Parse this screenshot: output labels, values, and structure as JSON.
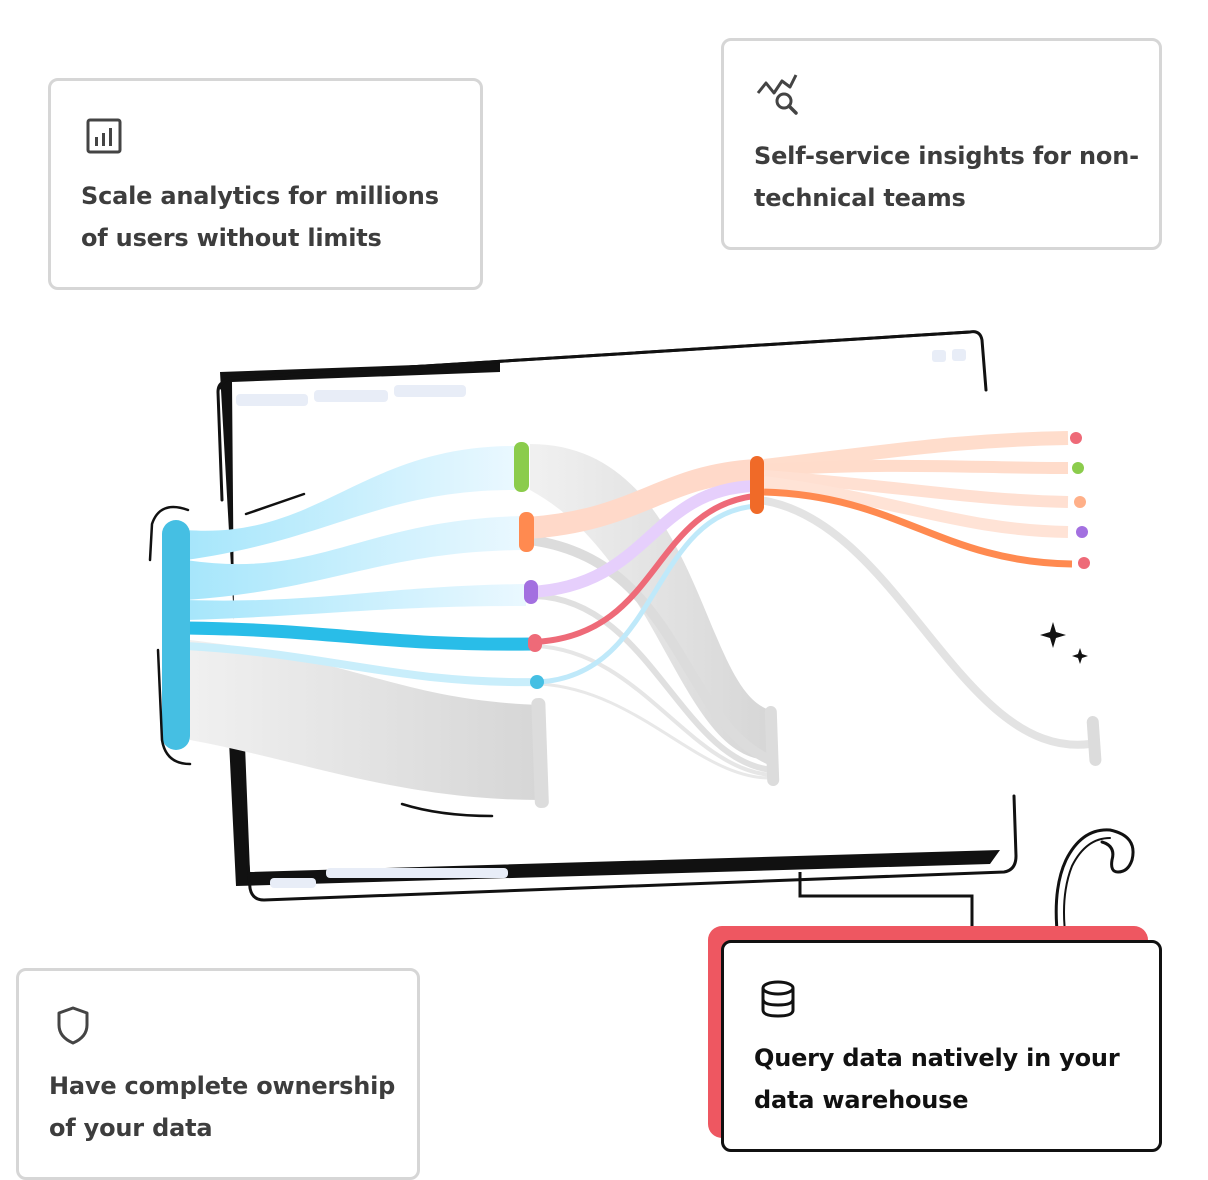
{
  "cards": {
    "scale": {
      "icon": "bar-chart-icon",
      "text": "Scale analytics for millions of users without limits"
    },
    "self_service": {
      "icon": "chart-search-icon",
      "text": "Self-service insights for non-technical teams"
    },
    "ownership": {
      "icon": "shield-icon",
      "text": "Have complete ownership of your data"
    },
    "warehouse": {
      "icon": "database-icon",
      "text": "Query data natively in your data warehouse"
    }
  },
  "colors": {
    "card_border": "#d6d6d6",
    "card_text": "#3d3d3d",
    "accent_red": "#ee5761",
    "flow_blue": "#29bde8",
    "flow_orange": "#ff8a50",
    "flow_green": "#8bcc4c",
    "flow_purple": "#a370e0",
    "flow_pink": "#ee6a78",
    "flow_gray": "#d9d9d9"
  }
}
